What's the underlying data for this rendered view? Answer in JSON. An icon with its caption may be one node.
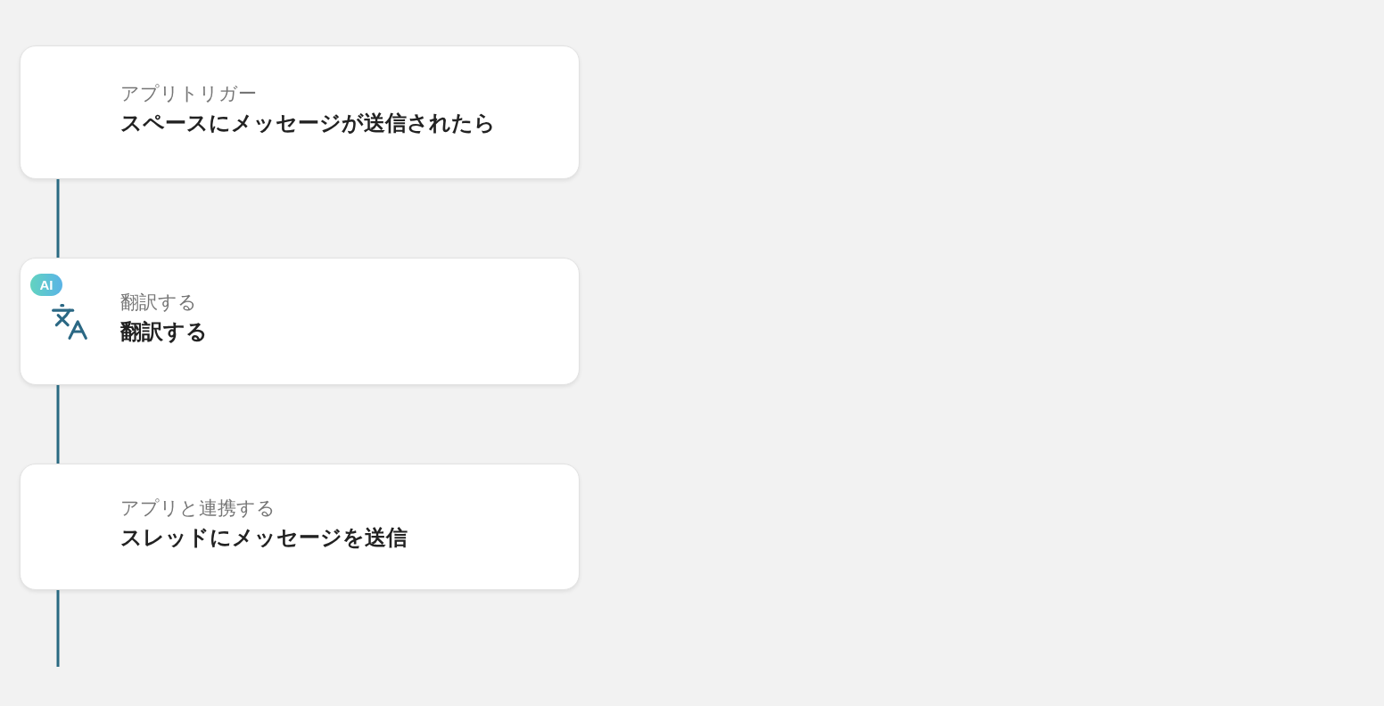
{
  "diagram": {
    "nodes": [
      {
        "text": [
          "アプリトリガー",
          "スペースにメッセージが送信されたら"
        ]
      },
      {
        "text": [
          "翻訳する",
          "翻訳する"
        ]
      },
      {
        "text": [
          "AI"
        ],
        "in": 1
      },
      {
        "text": [
          "アプリと連携する",
          "スレッドにメッセージを送信"
        ]
      }
    ],
    "edges": [
      {
        "from": 0,
        "to": 1,
        "arrow": "none"
      },
      {
        "from": 1,
        "to": 3,
        "arrow": "none"
      },
      {
        "from": 3,
        "to": null,
        "arrow": "none"
      }
    ]
  }
}
